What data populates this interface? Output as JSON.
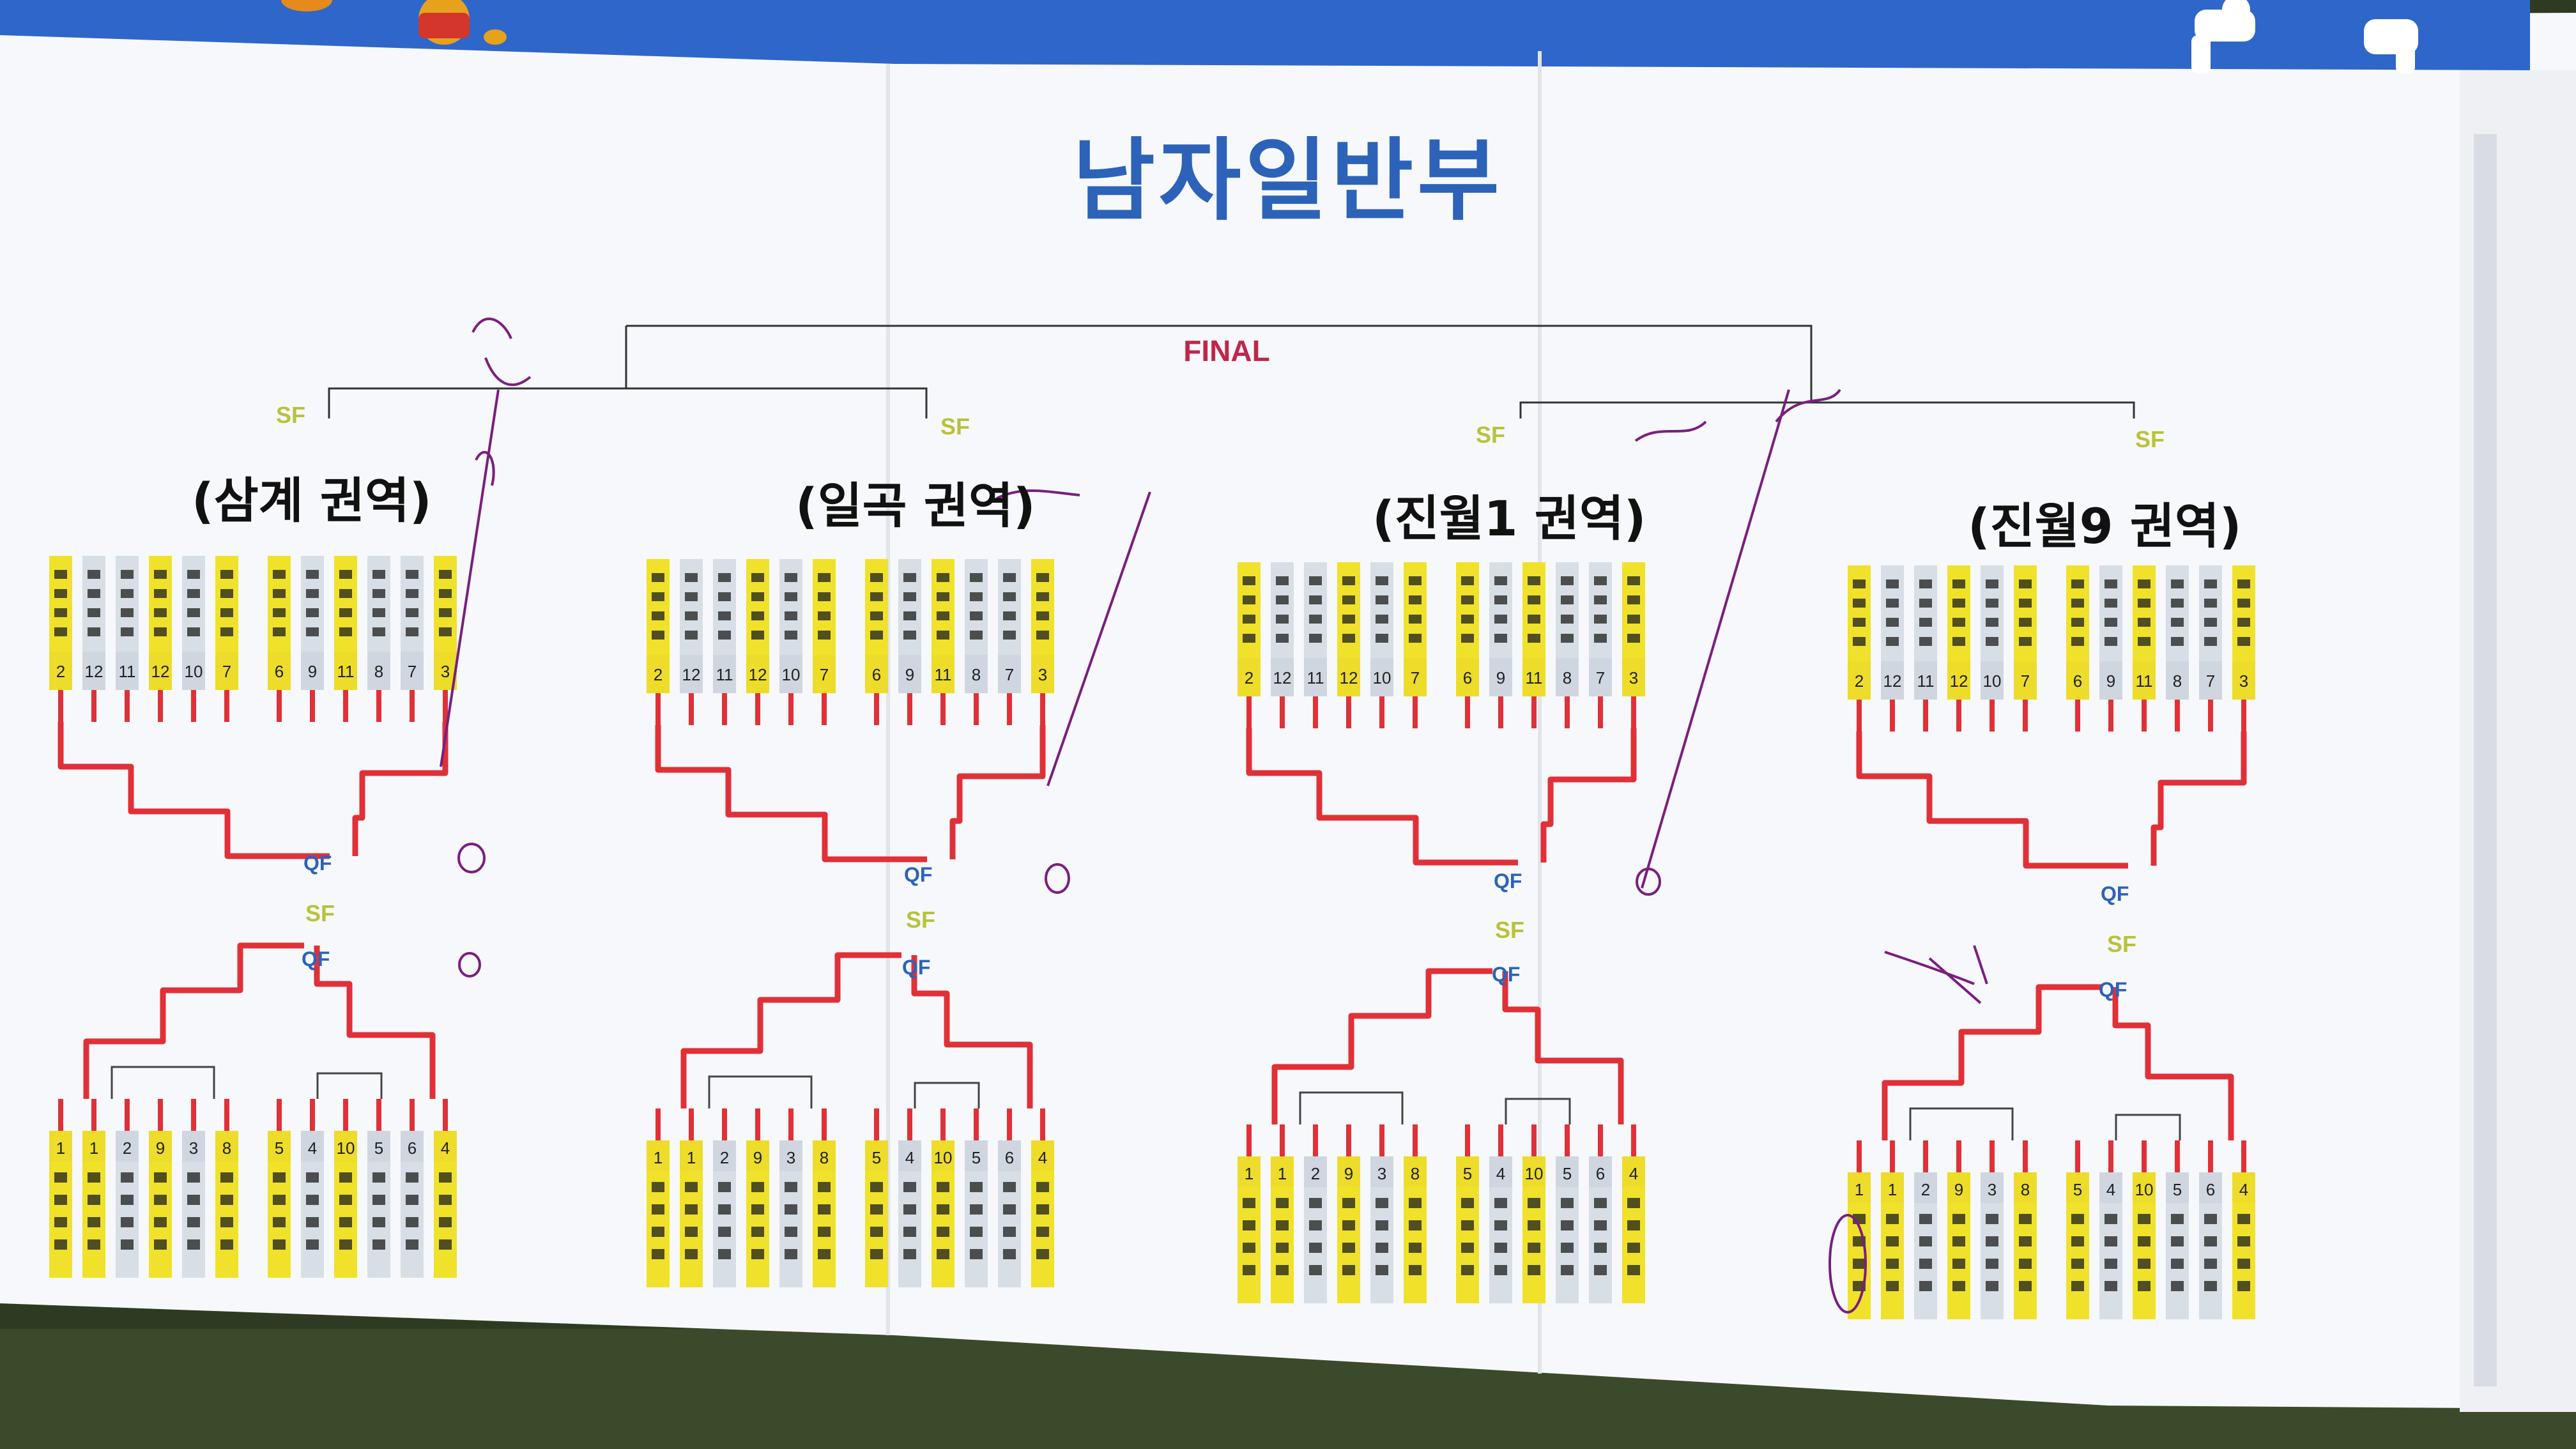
{
  "poster": {
    "title": "남자일반부",
    "final_label": "FINAL",
    "sf_label": "SF",
    "qf_label": "QF",
    "regions": [
      "(삼계 권역)",
      "(일곡 권역)",
      "(진월1 권역)",
      "(진월9 권역)"
    ]
  },
  "colors": {
    "poster_background": "#fbfbfd",
    "header_band": "#2f66c9",
    "title_text": "#2c63b8",
    "final_text": "#c0264a",
    "sf_text": "#b9c23a",
    "qf_text": "#2c63b8",
    "winner_line": "#e03038",
    "slot_yellow": "#f0e22a",
    "slot_gray": "#d8dee6",
    "handwriting_pen": "#7a1e7e",
    "ground": "#2f3a22"
  },
  "top_slot_numbers": [
    "2",
    "12",
    "11",
    "12",
    "10",
    "7",
    "6",
    "9",
    "11",
    "8",
    "7",
    "3"
  ],
  "bottom_slot_numbers": [
    "1",
    "1",
    "2",
    "9",
    "3",
    "8",
    "5",
    "4",
    "10",
    "5",
    "6",
    "4"
  ],
  "icons": [
    "mascot-figure",
    "runner-silhouette"
  ]
}
